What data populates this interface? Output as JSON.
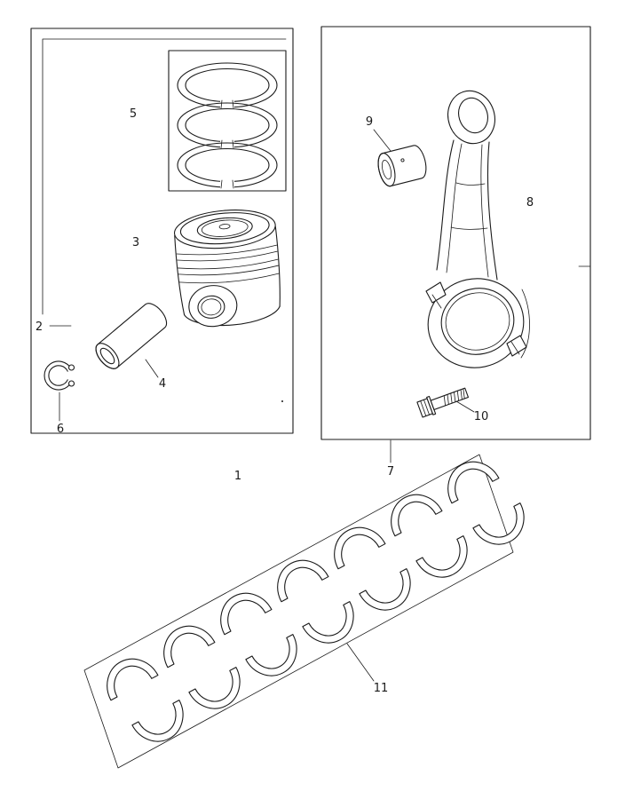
{
  "colors": {
    "line": "#1a1a1a",
    "background": "#ffffff"
  },
  "diagram": {
    "labels": {
      "1": "1",
      "2": "2",
      "3": "3",
      "4": "4",
      "5": "5",
      "6": "6",
      "7": "7",
      "8": "8",
      "9": "9",
      "10": "10",
      "11": "11"
    }
  }
}
